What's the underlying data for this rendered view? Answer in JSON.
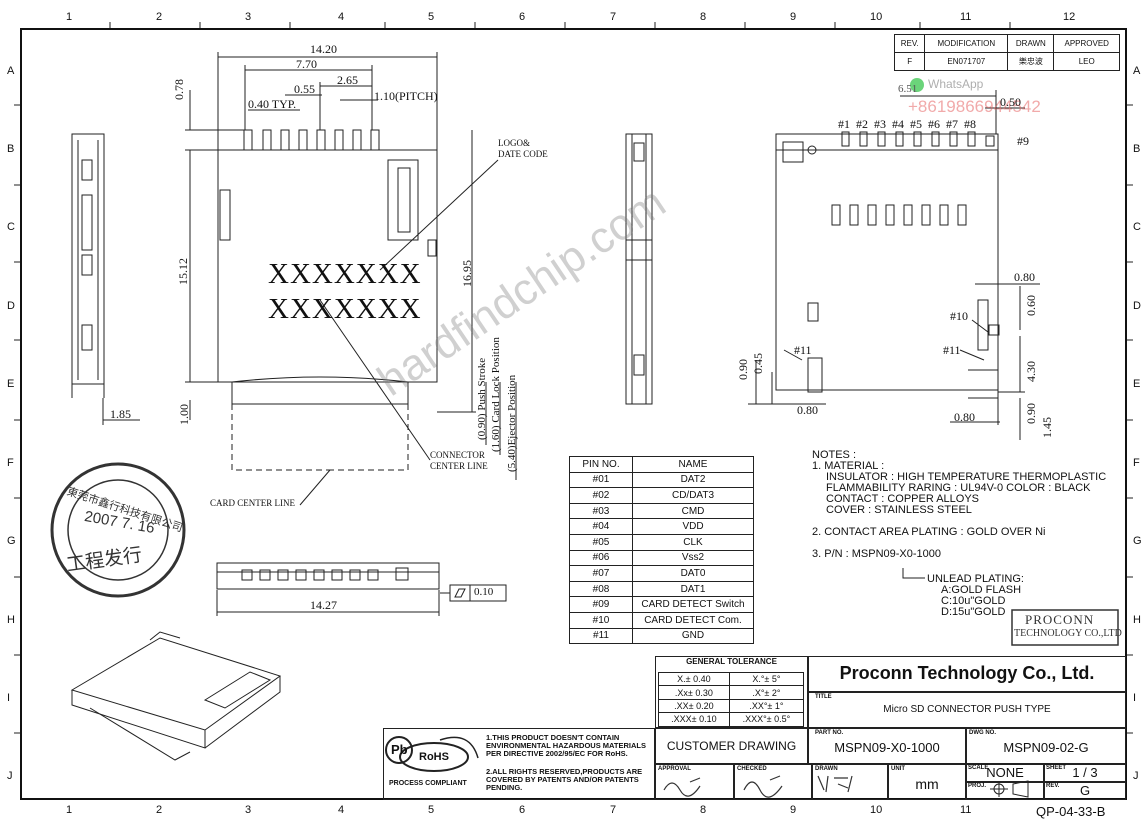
{
  "zones": {
    "columns": [
      "1",
      "2",
      "3",
      "4",
      "5",
      "6",
      "7",
      "8",
      "9",
      "10",
      "11",
      "12"
    ],
    "rows": [
      "A",
      "B",
      "C",
      "D",
      "E",
      "F",
      "G",
      "H",
      "I",
      "J"
    ]
  },
  "revision_block": {
    "headers": [
      "REV.",
      "MODIFICATION",
      "DRAWN",
      "APPROVED"
    ],
    "row": [
      "F",
      "EN071707",
      "樂忠波",
      "LEO"
    ]
  },
  "watermark": {
    "app": "WhatsApp",
    "phone": "+8619866944542",
    "site": "hardfindchip.com"
  },
  "front_view": {
    "dimensions": [
      "14.20",
      "7.70",
      "2.65",
      "0.55",
      "0.40 TYP.",
      "1.10(PITCH)",
      "0.78",
      "15.12",
      "16.95",
      "1.00",
      "1.85"
    ],
    "marking_line1": "XXXXXXX",
    "marking_line2": "XXXXXXX",
    "logo_label": "LOGO&\nDATE CODE",
    "push_stroke": "(0.90) Push Stroke",
    "card_lock": "(1.60) Card Lock Position",
    "ejector": "(5.40)Ejector Position",
    "connector_center": "CONNECTOR\nCENTER LINE",
    "card_center": "CARD CENTER LINE"
  },
  "stamp": {
    "top_text": "東莞市鑫行科技有限公司",
    "date": "2007 7. 16",
    "bottom_text": "工程发行"
  },
  "bottom_view": {
    "dimension": "14.27",
    "flatness": "0.10"
  },
  "right_view": {
    "dimensions": [
      "6.51",
      "0.50",
      "0.80",
      "0.60",
      "4.30",
      "0.90",
      "0.45",
      "0.80",
      "0.80",
      "0.90",
      "1.45"
    ],
    "pin_labels": [
      "#1",
      "#2",
      "#3",
      "#4",
      "#5",
      "#6",
      "#7",
      "#8",
      "#9",
      "#10",
      "#11",
      "#11"
    ]
  },
  "pin_table": {
    "headers": [
      "PIN NO.",
      "NAME"
    ],
    "rows": [
      [
        "#01",
        "DAT2"
      ],
      [
        "#02",
        "CD/DAT3"
      ],
      [
        "#03",
        "CMD"
      ],
      [
        "#04",
        "VDD"
      ],
      [
        "#05",
        "CLK"
      ],
      [
        "#06",
        "Vss2"
      ],
      [
        "#07",
        "DAT0"
      ],
      [
        "#08",
        "DAT1"
      ],
      [
        "#09",
        "CARD DETECT Switch"
      ],
      [
        "#10",
        "CARD DETECT Com."
      ],
      [
        "#11",
        "GND"
      ]
    ]
  },
  "notes": {
    "title": "NOTES :",
    "lines": [
      "1. MATERIAL :",
      "INSULATOR : HIGH TEMPERATURE THERMOPLASTIC",
      "FLAMMABILITY RARING : UL94V-0 COLOR : BLACK",
      "CONTACT : COPPER ALLOYS",
      "COVER : STAINLESS STEEL",
      "2. CONTACT AREA PLATING : GOLD OVER  Ni",
      "3. P/N : MSPN09-X0-1000",
      "UNLEAD PLATING:",
      "A:GOLD FLASH",
      "C:10u\"GOLD",
      "D:15u\"GOLD"
    ]
  },
  "proconn_stamp": {
    "line1": "PROCONN",
    "line2": "TECHNOLOGY CO.,LTD"
  },
  "tolerance": {
    "title": "GENERAL TOLERANCE",
    "rows": [
      [
        "X.± 0.40",
        "X.°± 5°"
      ],
      [
        ".Xx± 0.30",
        ".X°± 2°"
      ],
      [
        ".XX± 0.20",
        ".XX°± 1°"
      ],
      [
        ".XXX± 0.10",
        ".XXX°± 0.5°"
      ]
    ]
  },
  "rohs": {
    "pb": "Pb",
    "rohs": "RoHS",
    "compliant": "PROCESS COMPLIANT",
    "text1": "1.THIS PRODUCT DOESN'T CONTAIN ENVIRONMENTAL HAZARDOUS MATERIALS PER DIRECTIVE 2002/95/EC FOR RoHS.",
    "text2": "2.ALL RIGHTS RESERVED,PRODUCTS ARE COVERED BY PATENTS AND/OR PATENTS PENDING."
  },
  "title_block": {
    "company": "Proconn Technology Co., Ltd.",
    "title_label": "TITLE",
    "title": "Micro SD CONNECTOR  PUSH TYPE",
    "customer_drawing": "CUSTOMER DRAWING",
    "part_no_label": "PART NO.",
    "part_no": "MSPN09-X0-1000",
    "dwg_no_label": "DWG NO.",
    "dwg_no": "MSPN09-02-G",
    "approval_label": "APPROVAL",
    "checked_label": "CHECKED",
    "drawn_label": "DRAWN",
    "unit_label": "UNIT",
    "unit": "mm",
    "scale_label": "SCALE",
    "scale": "NONE",
    "sheet_label": "SHEET",
    "sheet": "1 / 3",
    "proj_label": "PROJ.",
    "rev_label": "REV.",
    "rev": "G",
    "form_no": "QP-04-33-B"
  }
}
